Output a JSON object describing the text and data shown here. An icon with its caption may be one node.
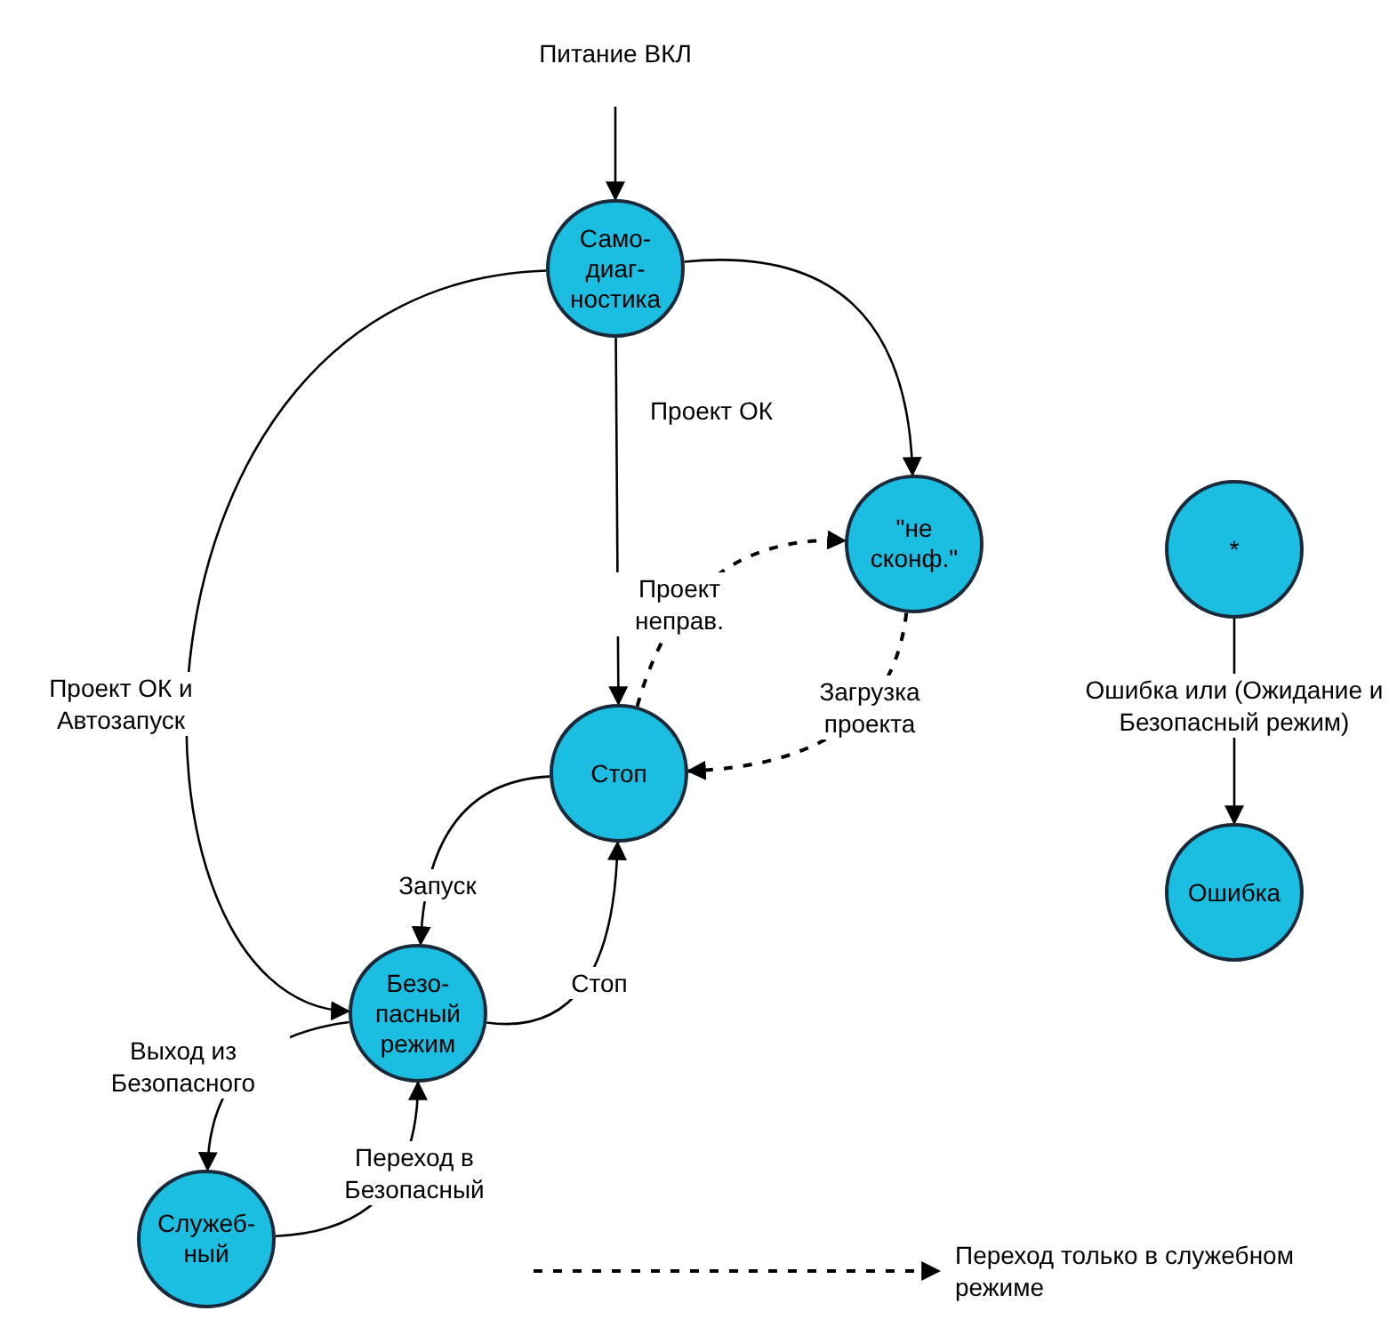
{
  "diagram": {
    "nodes": [
      {
        "text": [
          "Само- диаг- ностика"
        ]
      },
      {
        "text": [
          "\"не сконф.\""
        ]
      },
      {
        "text": [
          "*"
        ]
      },
      {
        "text": [
          "Стоп"
        ]
      },
      {
        "text": [
          "Безо- пасный режим"
        ]
      },
      {
        "text": [
          "Ошибка"
        ]
      },
      {
        "text": [
          "Служеб- ный"
        ]
      }
    ],
    "edges": [
      {
        "from": null,
        "to": 0,
        "arrow": "to",
        "label": "Питание ВКЛ"
      },
      {
        "from": 0,
        "to": 1,
        "arrow": "to"
      },
      {
        "from": 0,
        "to": 3,
        "arrow": "to",
        "label": "Проект ОК"
      },
      {
        "from": 3,
        "to": 1,
        "arrow": "to",
        "style": "dashed",
        "label": "Проект неправ."
      },
      {
        "from": 1,
        "to": 3,
        "arrow": "to",
        "style": "dashed",
        "label": "Загрузка проекта"
      },
      {
        "from": 0,
        "to": 4,
        "arrow": "to",
        "label": "Проект ОК и Автозапуск"
      },
      {
        "from": 3,
        "to": 4,
        "arrow": "to",
        "label": "Запуск"
      },
      {
        "from": 4,
        "to": 3,
        "arrow": "to",
        "label": "Стоп"
      },
      {
        "from": 4,
        "to": 6,
        "arrow": "to",
        "label": "Выход из Безопасного"
      },
      {
        "from": 6,
        "to": 4,
        "arrow": "to",
        "label": "Переход в Безопасный"
      },
      {
        "from": 2,
        "to": 5,
        "arrow": "to",
        "label": "Ошибка или (Ожидание и Безопасный режим)"
      }
    ],
    "legend": [
      {
        "text": "Переход только в служебном режиме"
      }
    ]
  }
}
